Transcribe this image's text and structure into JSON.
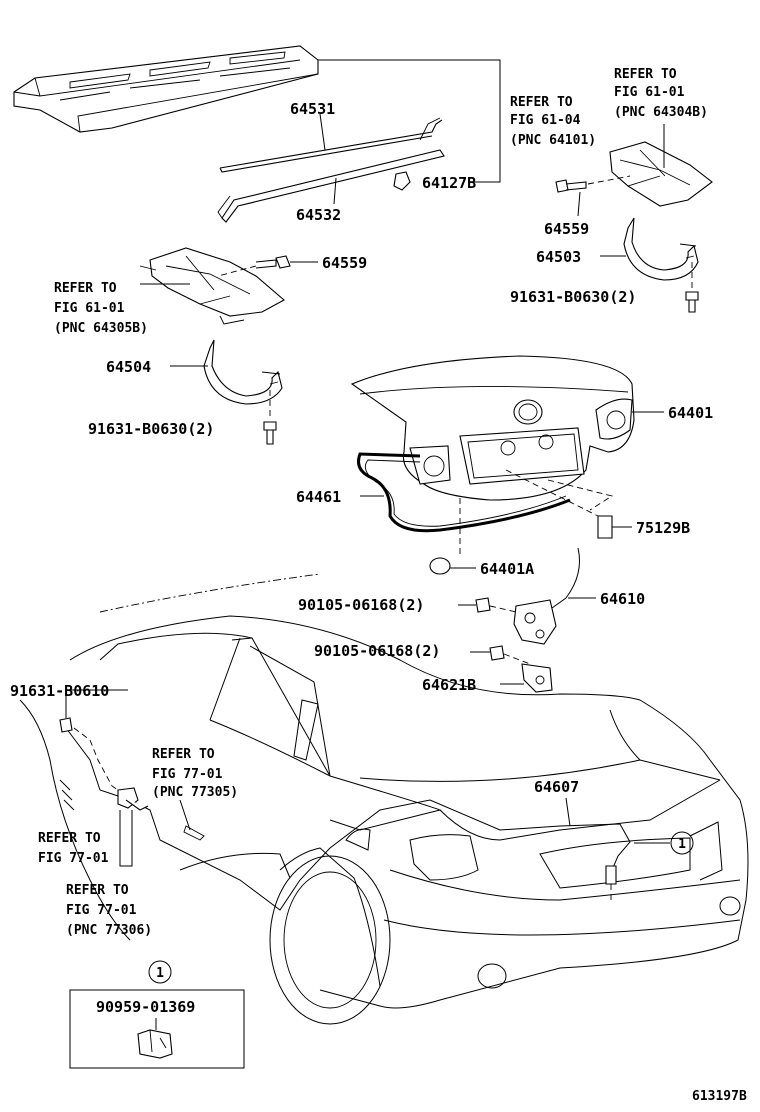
{
  "diagram_id": "613197B",
  "labels": {
    "p64531": "64531",
    "p64532": "64532",
    "p64127b": "64127B",
    "refer_fig6104_1": "REFER TO",
    "refer_fig6104_2": "FIG 61-04",
    "refer_fig6104_3": "(PNC 64101)",
    "refer_fig6101r_1": "REFER TO",
    "refer_fig6101r_2": "FIG 61-01",
    "refer_fig6101r_3": "(PNC 64304B)",
    "p64559_r": "64559",
    "p64503": "64503",
    "bolt_r": "91631-B0630(2)",
    "p64559_l": "64559",
    "refer_fig6101l_1": "REFER TO",
    "refer_fig6101l_2": "FIG 61-01",
    "refer_fig6101l_3": "(PNC 64305B)",
    "p64504": "64504",
    "bolt_l": "91631-B0630(2)",
    "p64401": "64401",
    "p64461": "64461",
    "p75129b": "75129B",
    "p64401a": "64401A",
    "bolt_90105_a": "90105-06168(2)",
    "p64610": "64610",
    "bolt_90105_b": "90105-06168(2)",
    "p64621b": "64621B",
    "bolt_91631_b0610": "91631-B0610",
    "refer_fig7701a_1": "REFER TO",
    "refer_fig7701a_2": "FIG 77-01",
    "refer_fig7701a_3": "(PNC 77305)",
    "refer_fig7701b_1": "REFER TO",
    "refer_fig7701b_2": "FIG 77-01",
    "refer_fig7701c_1": "REFER TO",
    "refer_fig7701c_2": "FIG 77-01",
    "refer_fig7701c_3": "(PNC 77306)",
    "p64607": "64607",
    "callout_1": "1",
    "callout_1_box": "1",
    "clip_part": "90959-01369"
  }
}
